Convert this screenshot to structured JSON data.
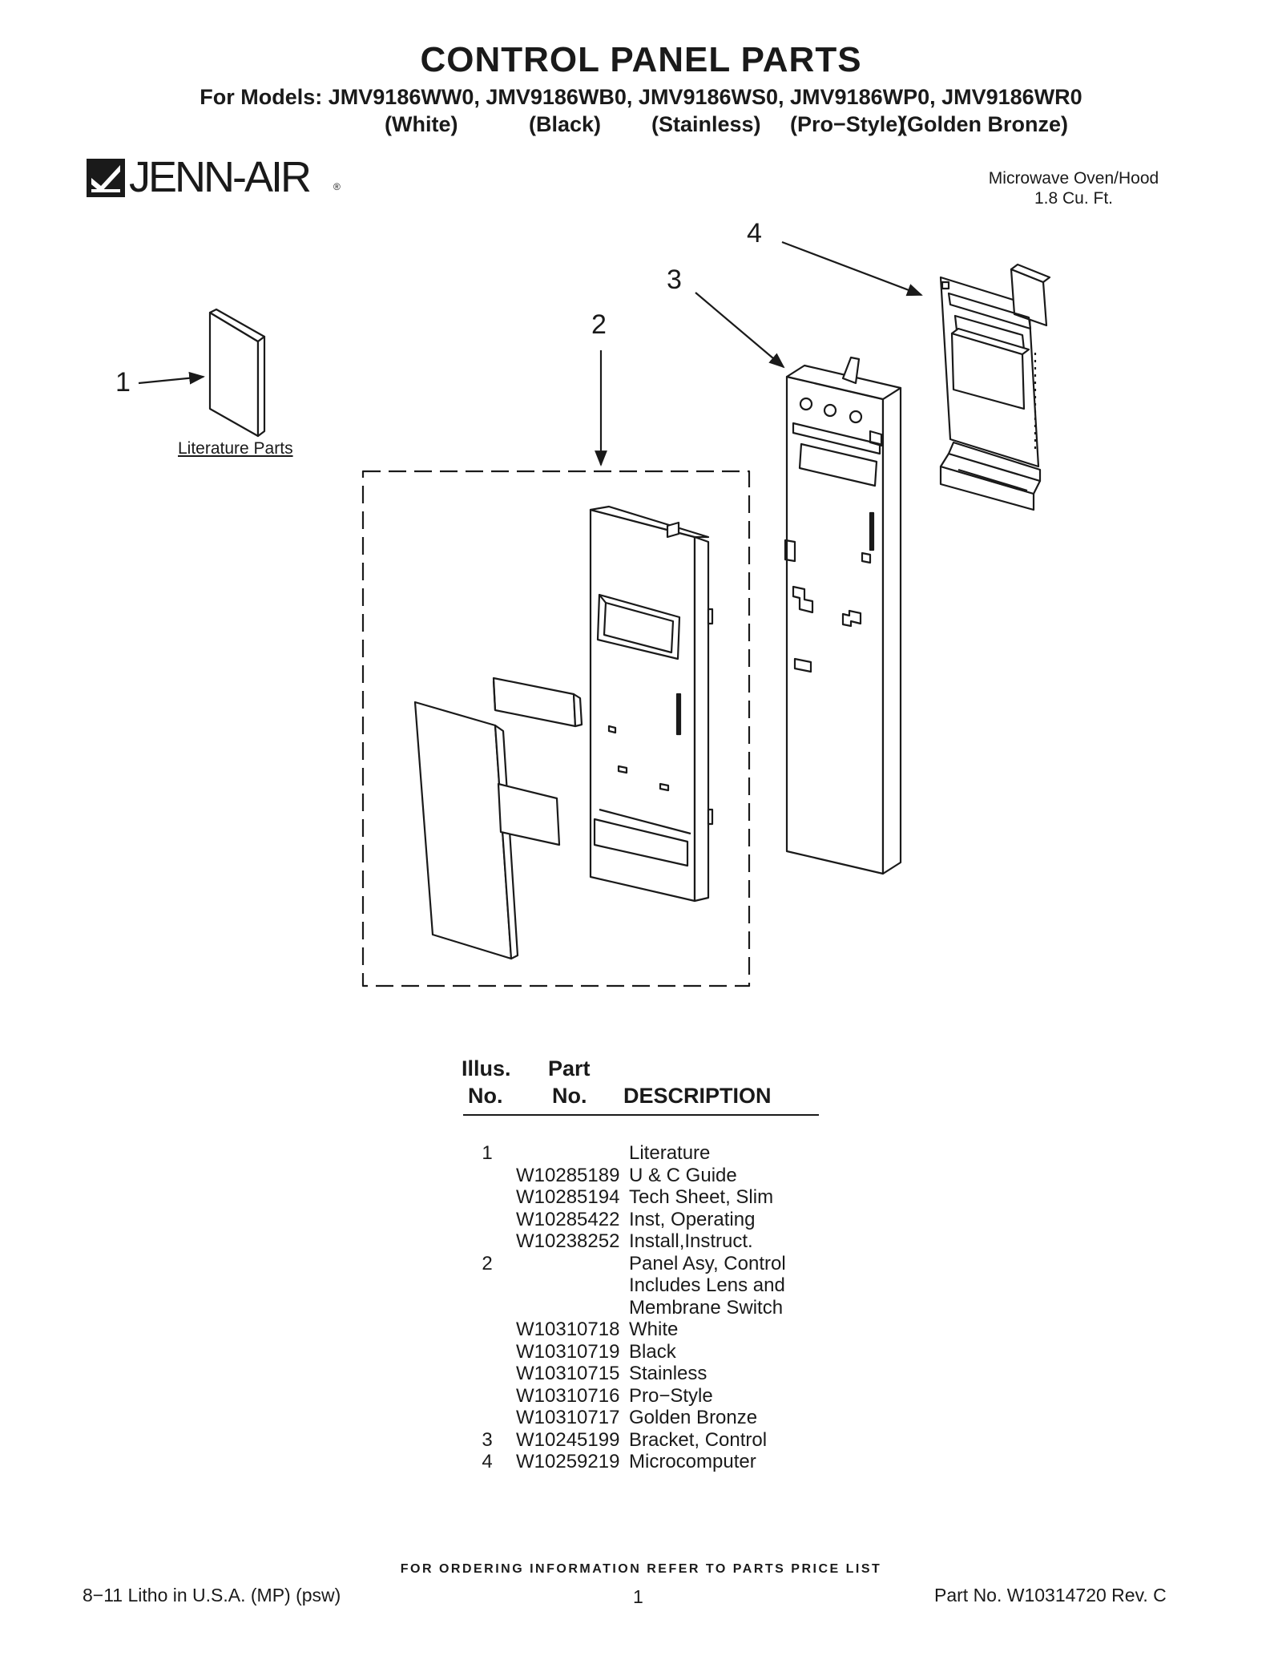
{
  "header": {
    "title": "CONTROL PANEL PARTS",
    "models": "For Models: JMV9186WW0, JMV9186WB0, JMV9186WS0, JMV9186WP0, JMV9186WR0",
    "colors": [
      "(White)",
      "(Black)",
      "(Stainless)",
      "(Pro−Style)",
      "(Golden Bronze)"
    ]
  },
  "brand": {
    "name": "JENN-AIR",
    "registered": "®"
  },
  "product": {
    "line1": "Microwave Oven/Hood",
    "line2": "1.8 Cu. Ft."
  },
  "diagram": {
    "callouts": [
      "1",
      "2",
      "3",
      "4"
    ],
    "literature_label": "Literature Parts"
  },
  "table": {
    "headers": {
      "illus_line1": "Illus.",
      "illus_line2": "No.",
      "part_line1": "Part",
      "part_line2": "No.",
      "description": "DESCRIPTION"
    },
    "rows": [
      {
        "illus": "1",
        "part": "",
        "desc": "Literature"
      },
      {
        "illus": "",
        "part": "W10285189",
        "desc": "U & C Guide"
      },
      {
        "illus": "",
        "part": "W10285194",
        "desc": "Tech Sheet, Slim"
      },
      {
        "illus": "",
        "part": "W10285422",
        "desc": "Inst, Operating"
      },
      {
        "illus": "",
        "part": "W10238252",
        "desc": "Install,Instruct."
      },
      {
        "illus": "2",
        "part": "",
        "desc": "Panel Asy, Control"
      },
      {
        "illus": "",
        "part": "",
        "desc": "Includes Lens and"
      },
      {
        "illus": "",
        "part": "",
        "desc": "Membrane Switch"
      },
      {
        "illus": "",
        "part": "W10310718",
        "desc": "White"
      },
      {
        "illus": "",
        "part": "W10310719",
        "desc": "Black"
      },
      {
        "illus": "",
        "part": "W10310715",
        "desc": "Stainless"
      },
      {
        "illus": "",
        "part": "W10310716",
        "desc": "Pro−Style"
      },
      {
        "illus": "",
        "part": "W10310717",
        "desc": "Golden Bronze"
      },
      {
        "illus": "3",
        "part": "W10245199",
        "desc": "Bracket, Control"
      },
      {
        "illus": "4",
        "part": "W10259219",
        "desc": "Microcomputer"
      }
    ]
  },
  "footer": {
    "note": "FOR ORDERING INFORMATION REFER TO PARTS PRICE LIST",
    "left": "8−11 Litho in U.S.A. (MP) (psw)",
    "page": "1",
    "right": "Part No. W10314720 Rev. C"
  }
}
